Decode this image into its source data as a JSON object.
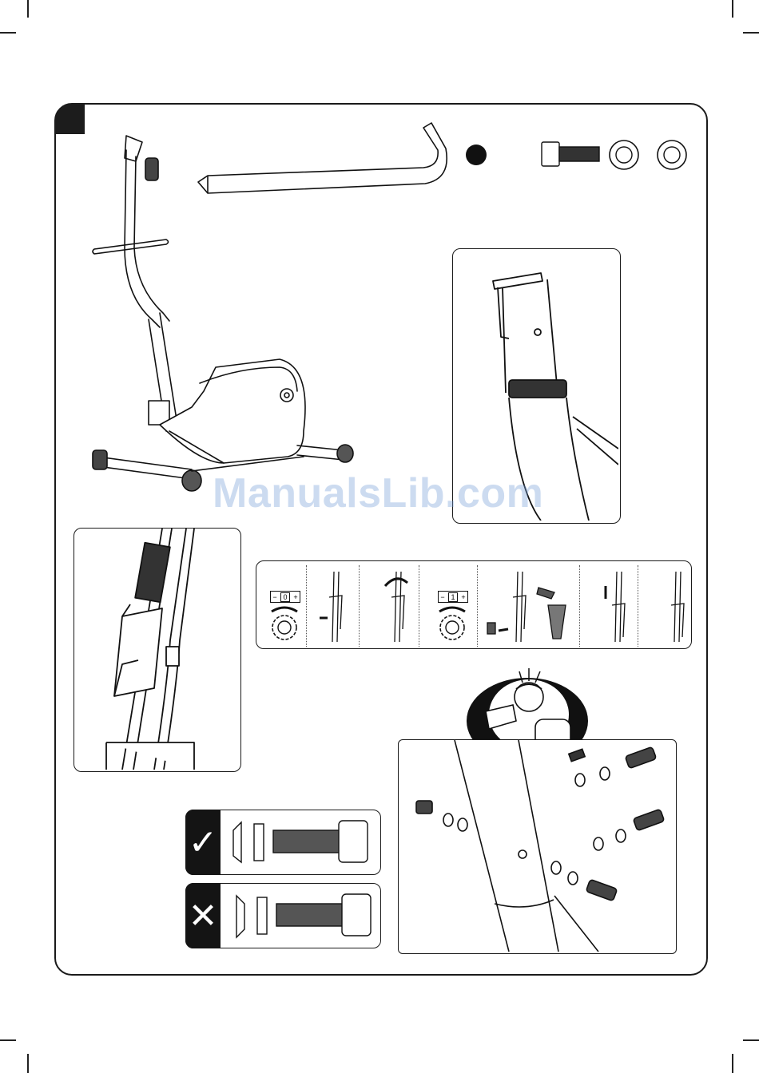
{
  "watermark": "ManualsLib.com",
  "bolt_check": {
    "correct_symbol": "✓",
    "wrong_symbol": "✕"
  },
  "sequence": {
    "dial_a_minus": "−",
    "dial_a_value": "0",
    "dial_a_plus": "+",
    "dial_b_minus": "−",
    "dial_b_value": "1",
    "dial_b_plus": "+"
  },
  "icons": [
    "allen-key-icon",
    "black-dot-icon",
    "bolt-icon",
    "spring-washer-icon",
    "flat-washer-icon",
    "warning-face-icon",
    "wrench-icon"
  ]
}
